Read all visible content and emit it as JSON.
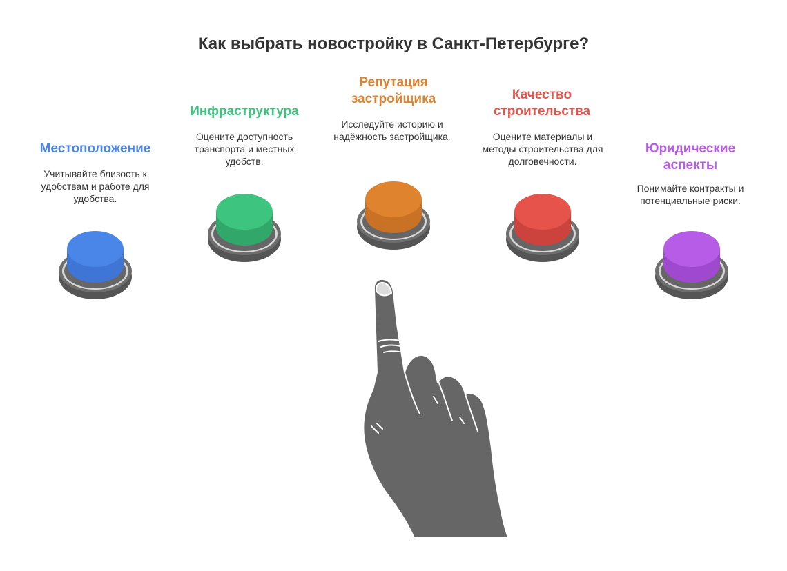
{
  "title": "Как выбрать новостройку в Санкт-Петербурге?",
  "items": [
    {
      "title": "Местоположение",
      "desc": "Учитывайте близость к удобствам и работе для удобства.",
      "color": "#4a86e8"
    },
    {
      "title": "Инфраструктура",
      "desc": "Оцените доступность транспорта и местных удобств.",
      "color": "#3dc47e"
    },
    {
      "title": "Репутация застройщика",
      "desc": "Исследуйте историю и надёжность застройщика.",
      "color": "#e0832e"
    },
    {
      "title": "Качество строительства",
      "desc": "Оцените материалы и методы строительства для долговечности.",
      "color": "#e5534b"
    },
    {
      "title": "Юридические аспекты",
      "desc": "Понимайте контракты и потенциальные риски.",
      "color": "#b65ce6"
    }
  ]
}
